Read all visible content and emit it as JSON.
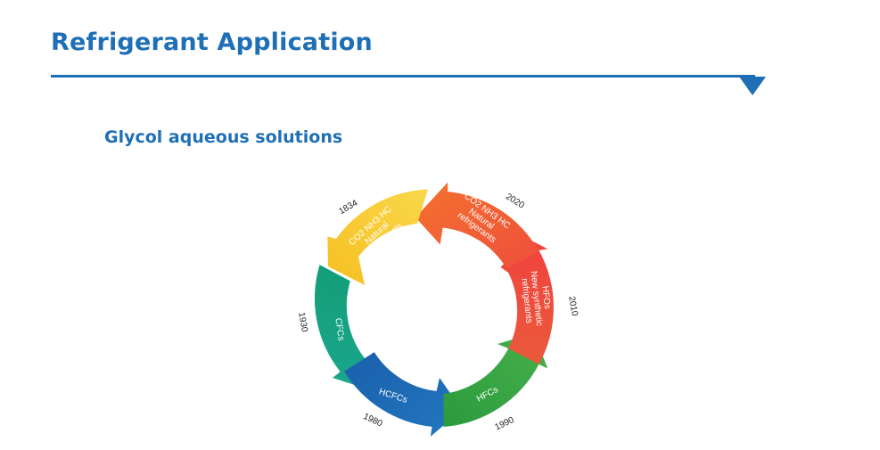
{
  "header": {
    "title": "Refrigerant Application"
  },
  "subtitle": "Glycol aqueous solutions",
  "diagram": {
    "segments": [
      {
        "id": "cfcs",
        "label_lines": [
          "CFCs"
        ],
        "color": "#16a382"
      },
      {
        "id": "hcfcs",
        "label_lines": [
          "HCFCs"
        ],
        "color": "#1c67b1"
      },
      {
        "id": "hfcs",
        "label_lines": [
          "HFCs"
        ],
        "color": "#36a84a"
      },
      {
        "id": "hfos",
        "label_lines": [
          "HFOs",
          "New synthetic",
          "refrigerants"
        ],
        "color": "#ef4a3f"
      },
      {
        "id": "natural-2020",
        "label_lines": [
          "CO2 NH3 HC",
          "Natural",
          "refrigerants"
        ],
        "color": "#f06a38"
      },
      {
        "id": "natural-1834",
        "label_lines": [
          "CO2 NH3 HC",
          "Natural",
          "refrigerants"
        ],
        "color": "#f7c52a"
      }
    ],
    "years": [
      "1834",
      "1930",
      "1980",
      "1990",
      "2010",
      "2020"
    ]
  }
}
